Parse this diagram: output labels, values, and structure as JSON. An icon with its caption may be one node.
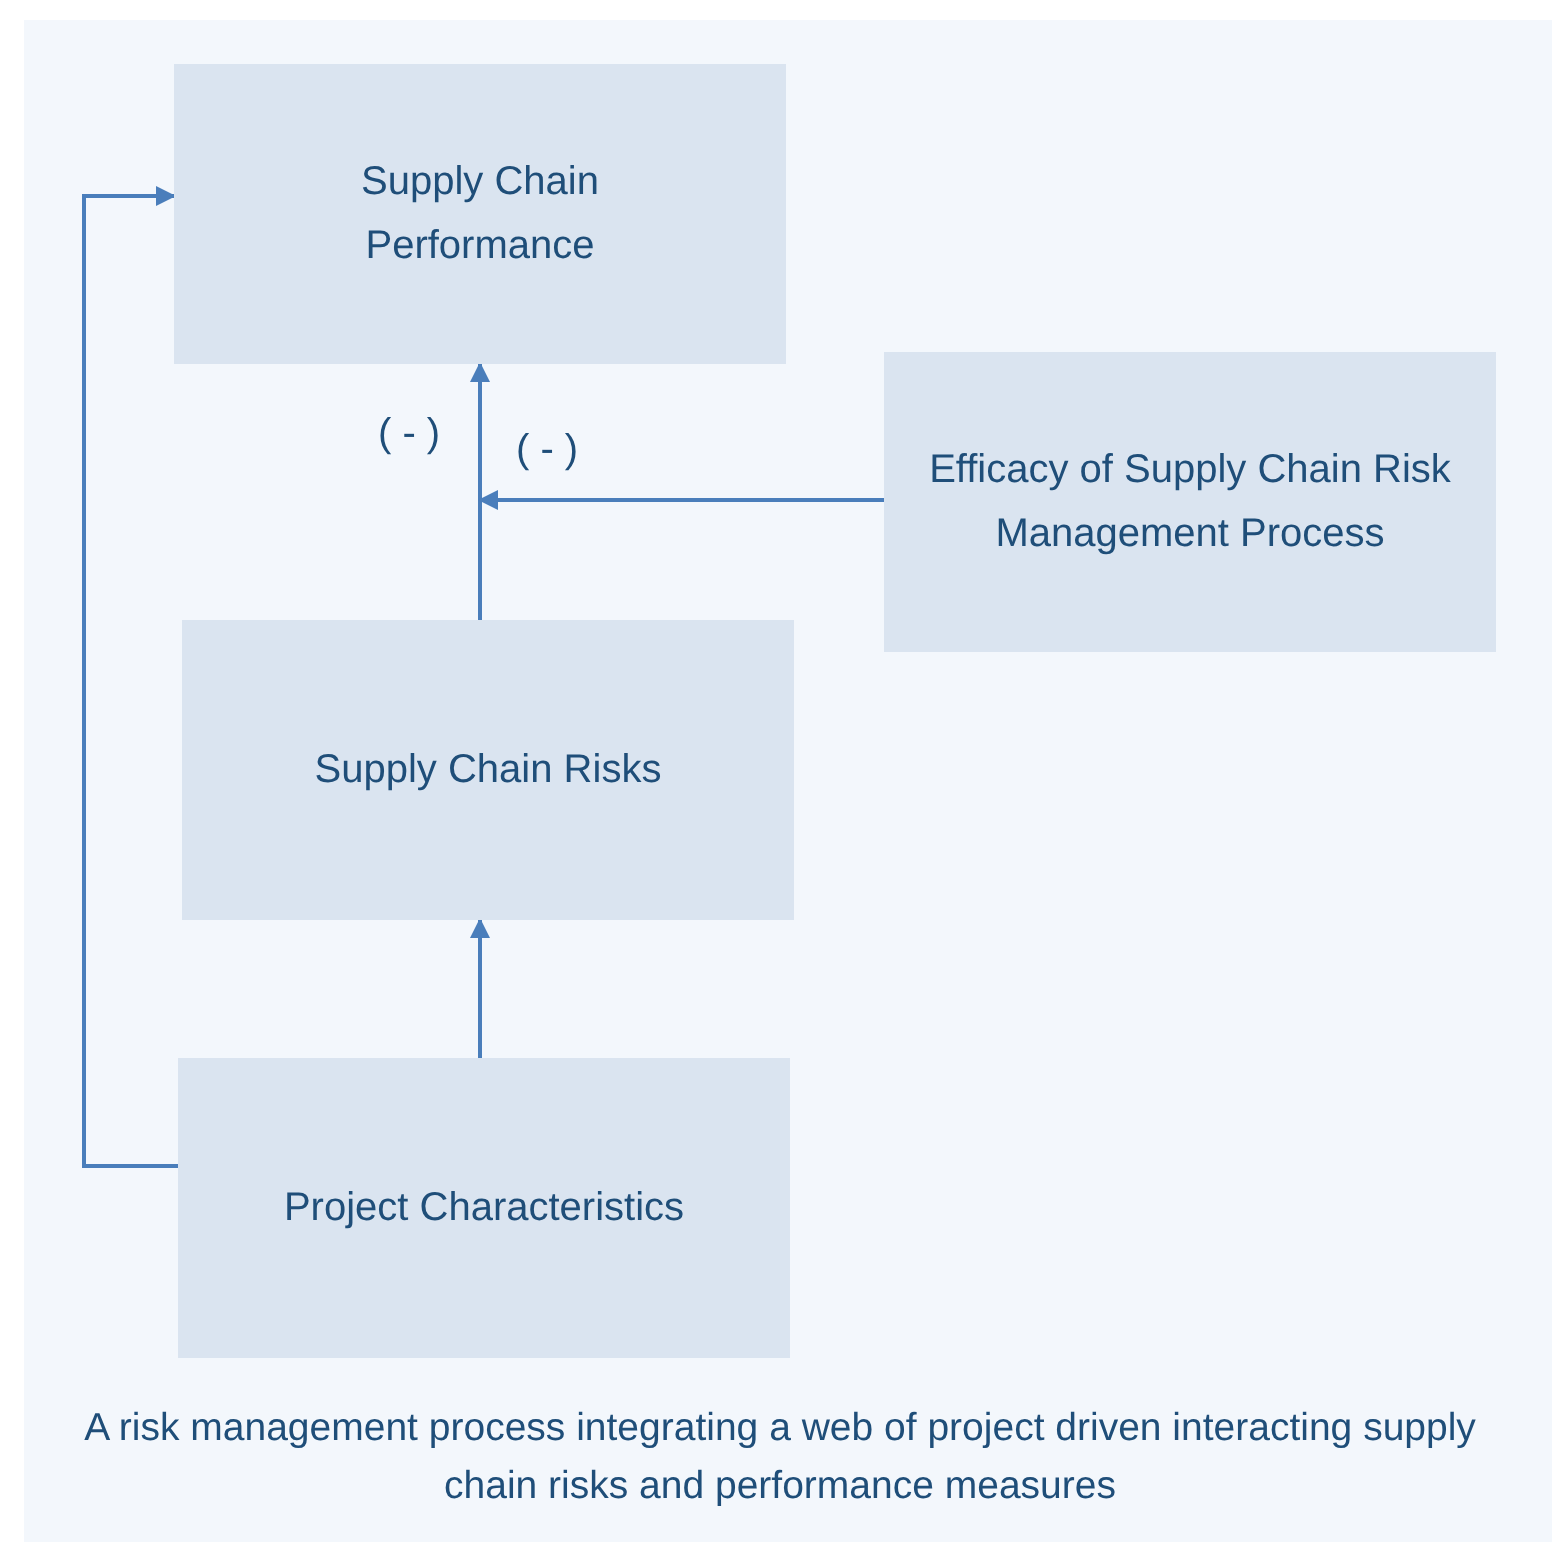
{
  "diagram": {
    "nodes": [
      {
        "text": [
          "Supply Chain Performance"
        ]
      },
      {
        "text": [
          "Efficacy of Supply Chain Risk Management Process"
        ]
      },
      {
        "text": [
          "Supply Chain Risks"
        ]
      },
      {
        "text": [
          "Project Characteristics"
        ]
      }
    ],
    "edges": [
      {
        "from": 2,
        "to": 0,
        "arrow": "to",
        "label": "( - )"
      },
      {
        "from": 1,
        "to": null,
        "arrow": "to",
        "label": "( - )"
      },
      {
        "from": 3,
        "to": 2,
        "arrow": "to"
      },
      {
        "from": 3,
        "to": 0,
        "arrow": "to"
      }
    ],
    "caption": "A risk management process integrating a web of project driven interacting supply chain risks and performance measures"
  }
}
